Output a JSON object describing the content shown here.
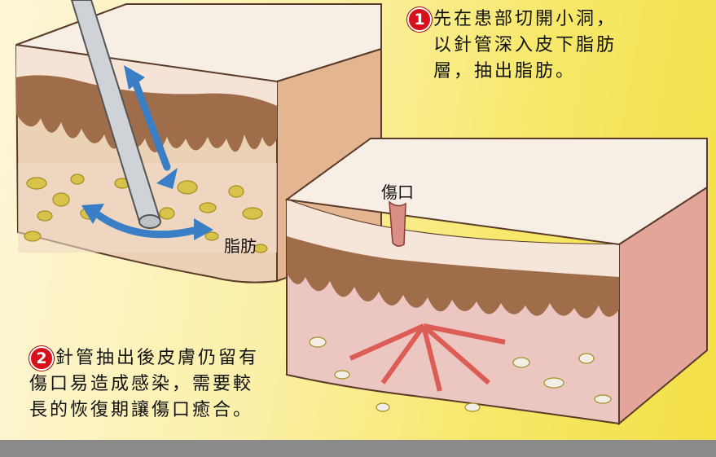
{
  "step1": {
    "number": "1",
    "lines": [
      "先在患部切開小洞，",
      "以針管深入皮下脂肪",
      "層，抽出脂肪。"
    ]
  },
  "step2": {
    "number": "2",
    "lines": [
      "針管抽出後皮膚仍留有",
      "傷口易造成感染，需要較",
      "長的恢復期讓傷口癒合。"
    ]
  },
  "labels": {
    "fat": "脂肪",
    "wound": "傷口"
  },
  "colors": {
    "background": "#f7e86a",
    "epidermis": "#f4ece4",
    "dermis": "#8a5a3c",
    "fat_layer": "#e8c9a8",
    "arrow": "#3a7fc6",
    "badge": "#d8101c"
  }
}
